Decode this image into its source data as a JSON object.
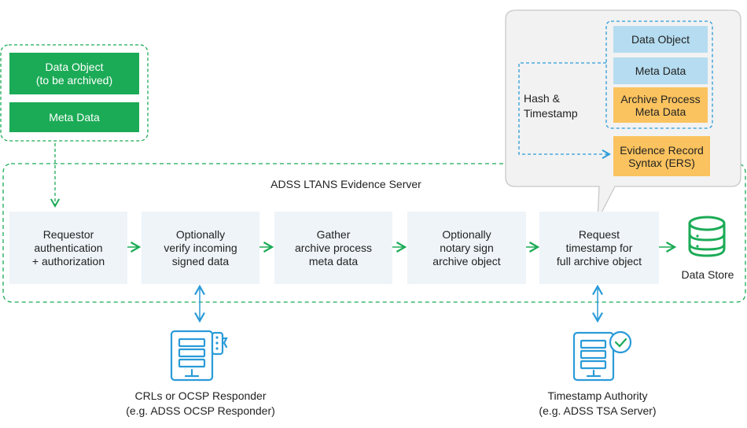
{
  "input": {
    "data_object": "Data Object\n(to be archived)",
    "meta_data": "Meta Data"
  },
  "server": {
    "title": "ADSS LTANS Evidence Server",
    "steps": [
      "Requestor\nauthentication\n+ authorization",
      "Optionally\nverify incoming\nsigned data",
      "Gather\narchive process\nmeta data",
      "Optionally\nnotary sign\narchive object",
      "Request\ntimestamp for\nfull archive object"
    ],
    "data_store": "Data Store"
  },
  "callout": {
    "hash_label": "Hash  &\nTimestamp",
    "data_object": "Data Object",
    "meta_data": "Meta Data",
    "archive_meta": "Archive Process\nMeta Data",
    "ers": "Evidence Record\nSyntax (ERS)"
  },
  "services": {
    "crl": "CRLs or OCSP Responder\n(e.g. ADSS OCSP Responder)",
    "tsa": "Timestamp Authority\n(e.g. ADSS TSA Server)"
  },
  "colors": {
    "green": "#1bab56",
    "step_bg": "#eef4f8",
    "blue_box": "#b5dcf0",
    "orange_box": "#fbc35f",
    "icon_blue": "#2a9bd8"
  }
}
